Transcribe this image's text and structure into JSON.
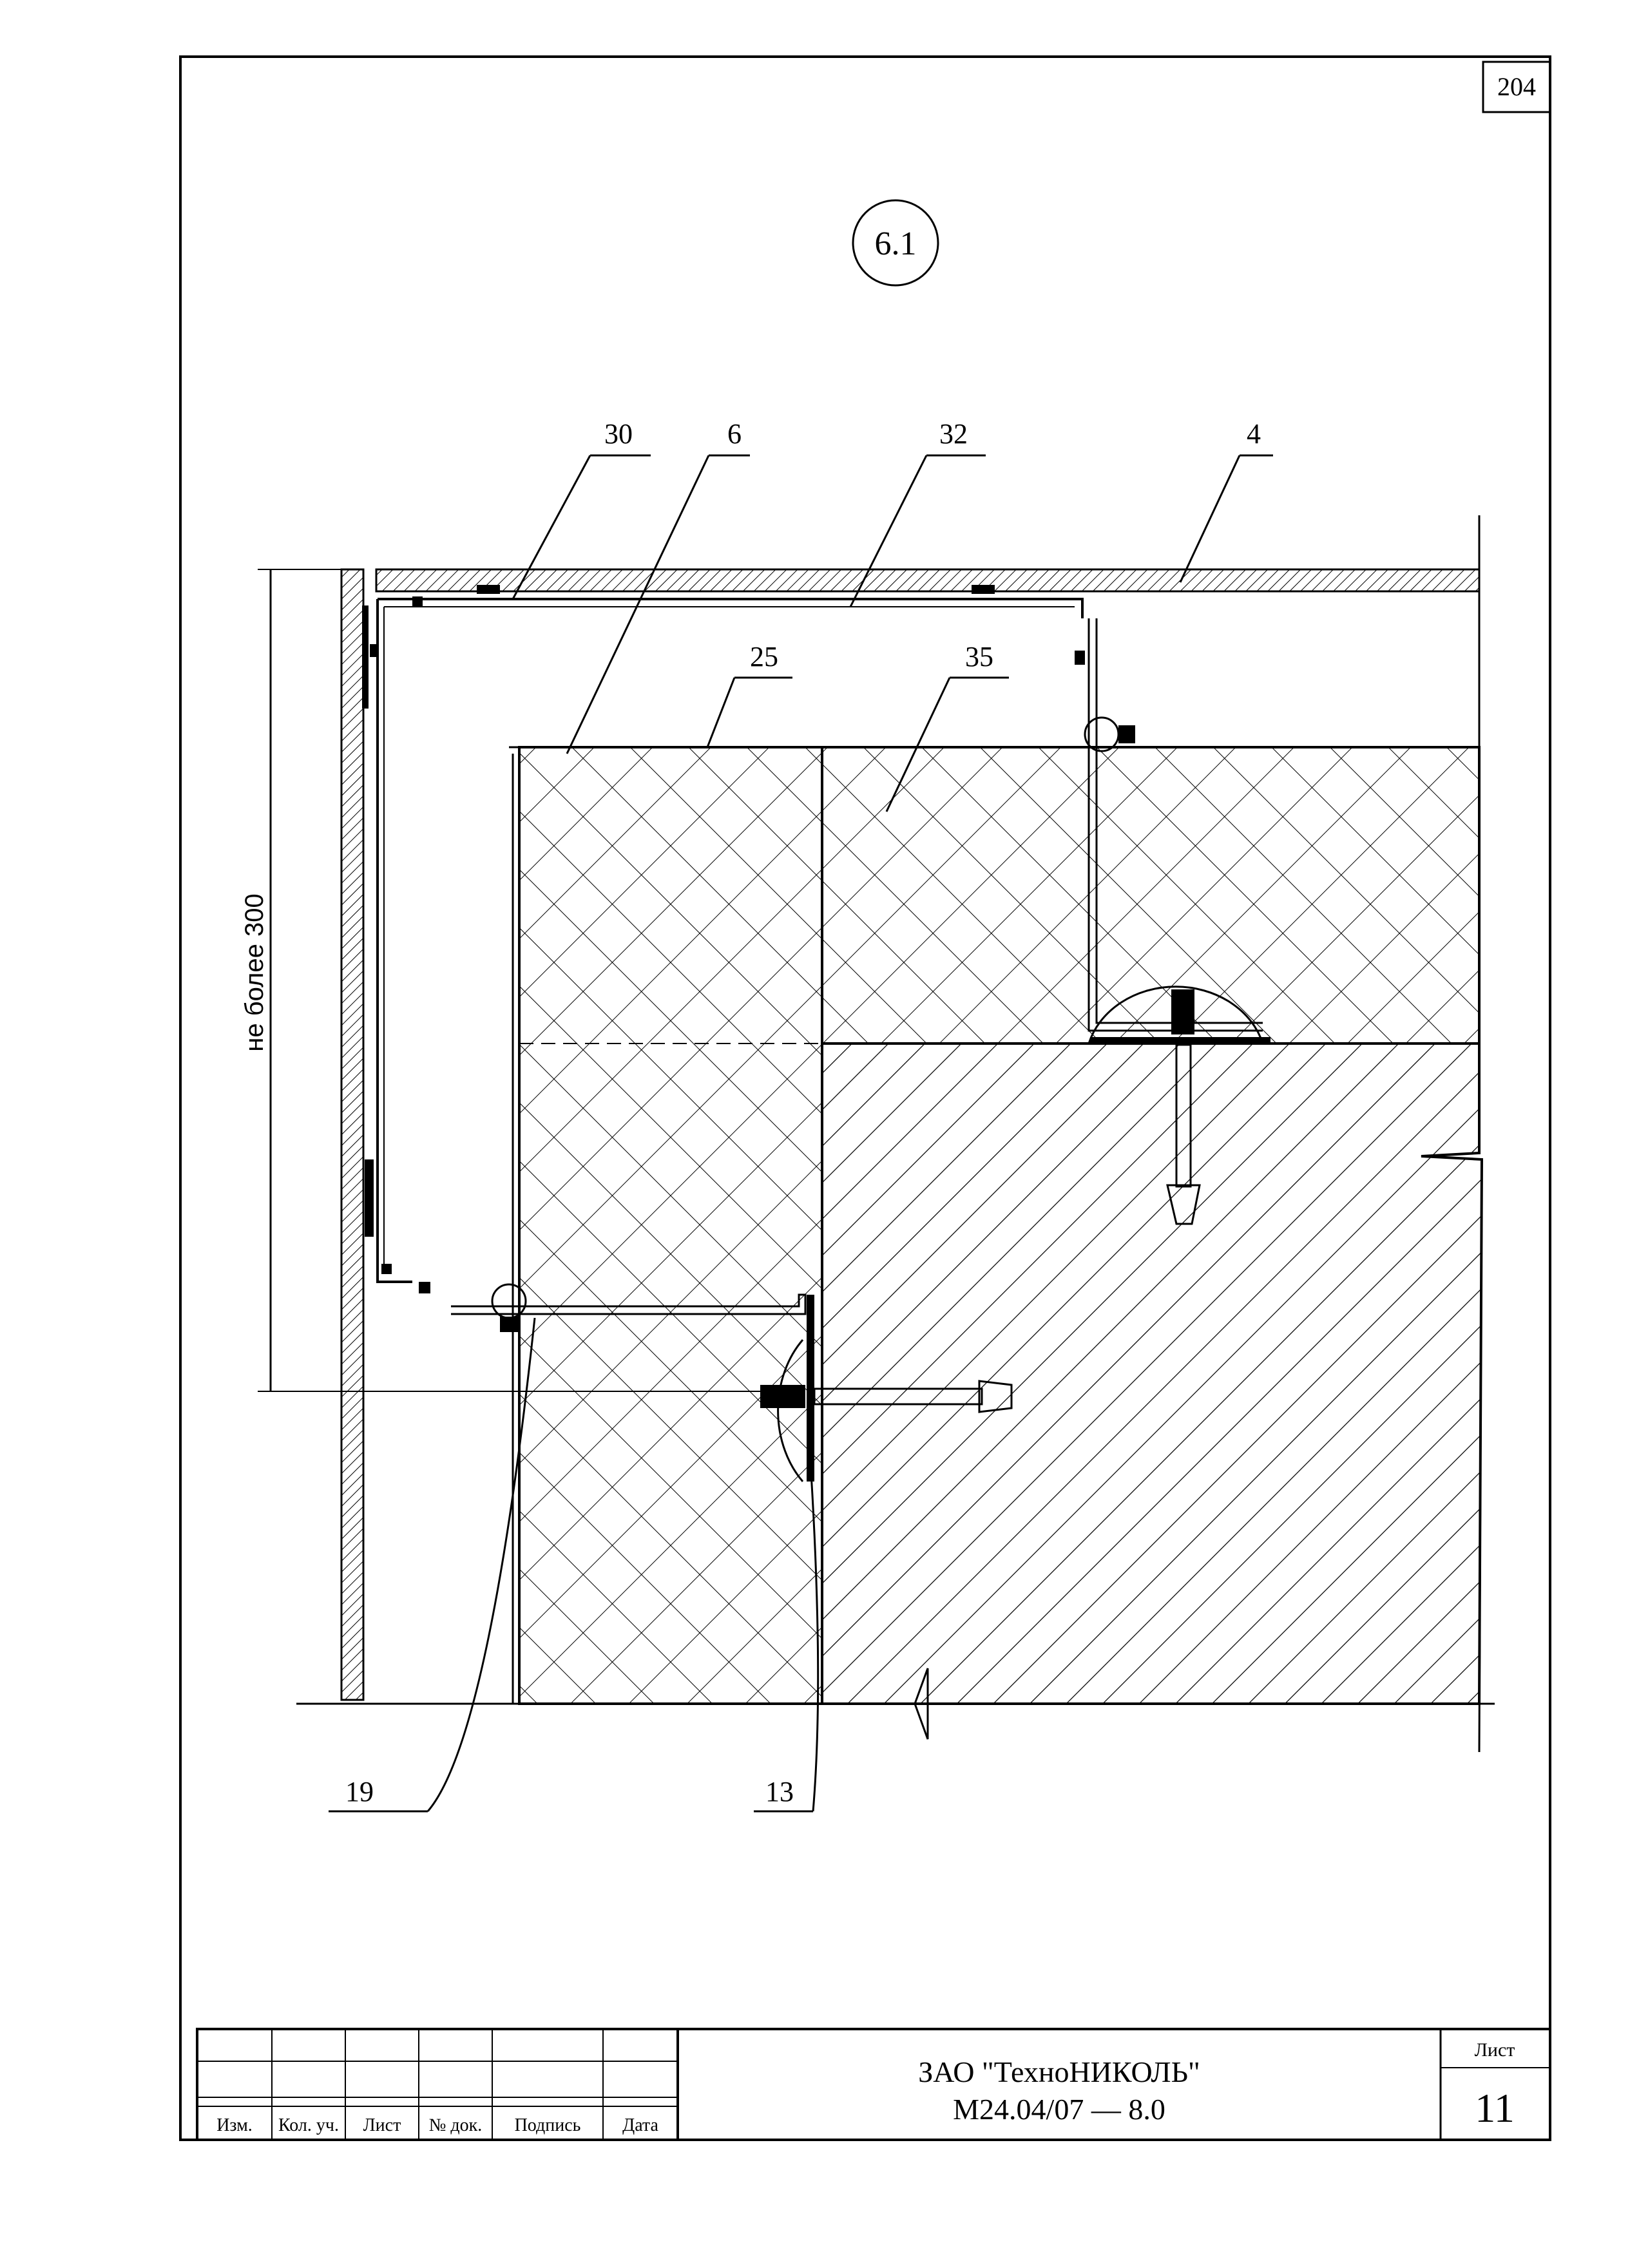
{
  "sheet_number_corner": "204",
  "detail_id": "6.1",
  "callouts": {
    "c30": "30",
    "c6": "6",
    "c32": "32",
    "c4": "4",
    "c25": "25",
    "c35": "35",
    "c19": "19",
    "c13": "13"
  },
  "dimension": {
    "label": "не более 300"
  },
  "title_block": {
    "headers": {
      "izm": "Изм.",
      "kol": "Кол. уч.",
      "list": "Лист",
      "ndoc": "№ док.",
      "podpis": "Подпись",
      "data": "Дата"
    },
    "company": "ЗАО \"ТехноНИКОЛЬ\"",
    "document": "М24.04/07 — 8.0",
    "sheet_label": "Лист",
    "sheet_value": "11"
  }
}
